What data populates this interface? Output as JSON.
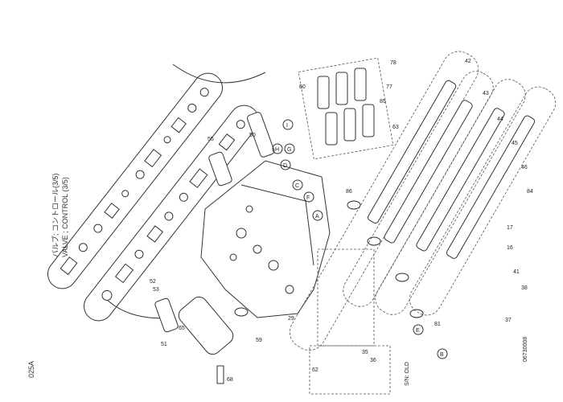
{
  "title_jp": "バルブ; コントロール(3/5)",
  "title_en": "VALVE ; CONTROL (3/5)",
  "page_code": "025A",
  "drawing_number": "06730008",
  "note": "S/N: OLD",
  "part_numbers": [
    "42",
    "43",
    "44",
    "45",
    "46",
    "78",
    "77",
    "85",
    "63",
    "60",
    "50",
    "55",
    "52",
    "53",
    "51",
    "59",
    "68",
    "29",
    "62",
    "35",
    "36",
    "37",
    "38",
    "41",
    "16",
    "17",
    "84",
    "86",
    "65",
    "81"
  ],
  "callouts": [
    "A",
    "B",
    "C",
    "D",
    "E",
    "F",
    "G",
    "H",
    "I"
  ]
}
